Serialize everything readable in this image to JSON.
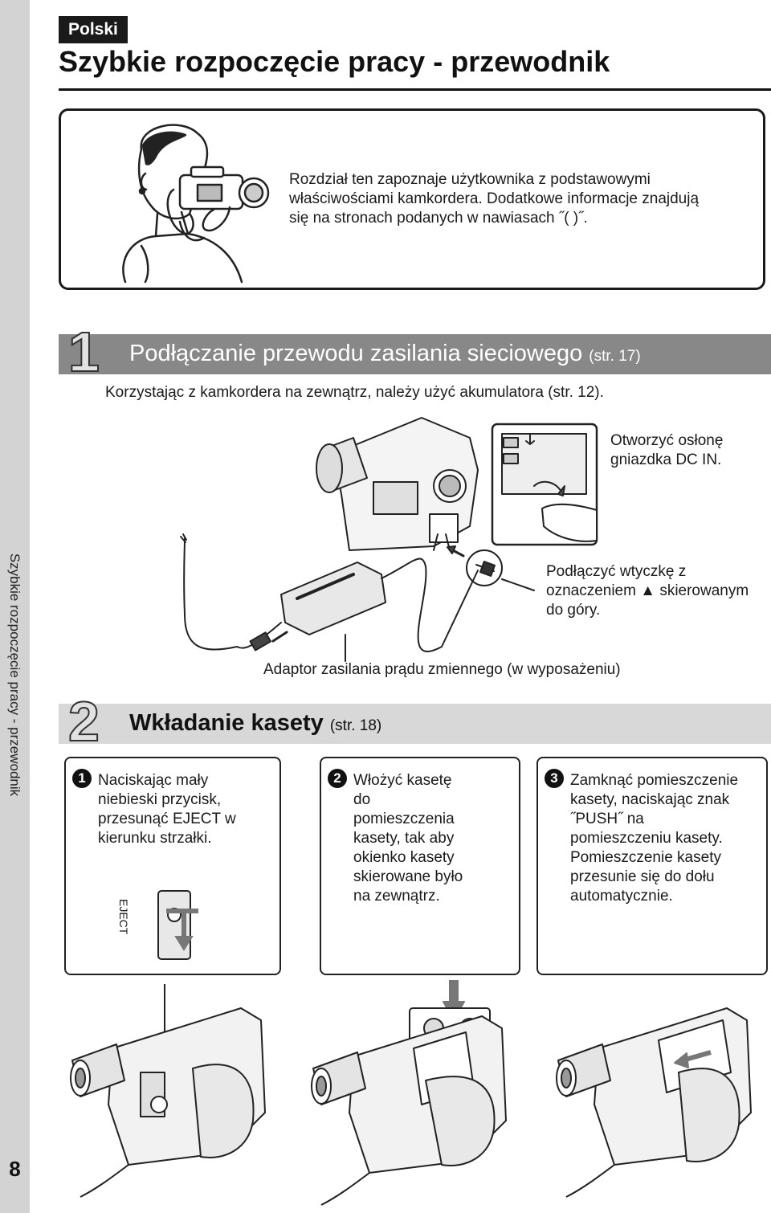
{
  "side": {
    "section_label": "Szybkie rozpoczęcie pracy - przewodnik",
    "page_number": "8"
  },
  "header": {
    "language": "Polski",
    "title": "Szybkie rozpoczęcie pracy - przewodnik"
  },
  "intro": {
    "lines": [
      "Rozdział  ten zapoznaje użytkownika z podstawowymi",
      "właściwościami kamkordera. Dodatkowe informacje znajdują",
      "się na stronach podanych w nawiasach ˝(  )˝."
    ]
  },
  "section1": {
    "number": "1",
    "title": "Podłączanie przewodu zasilania sieciowego",
    "ref": "(str. 17)",
    "subtitle": "Korzystając z kamkordera  na zewnątrz, należy użyć akumulatora (str. 12).",
    "callout_open": [
      "Otworzyć osłonę",
      "gniazdka DC IN."
    ],
    "callout_plug": [
      "Podłączyć wtyczkę z",
      "oznaczeniem ▲ skierowanym",
      "do góry."
    ],
    "adaptor_label": "Adaptor zasilania prądu zmiennego (w wyposażeniu)"
  },
  "section2": {
    "number": "2",
    "title": "Wkładanie kasety",
    "ref": "(str. 18)",
    "eject_label": "EJECT",
    "steps": [
      {
        "num": "1",
        "lines": [
          "Naciskając mały",
          "niebieski przycisk,",
          "przesunąć EJECT w",
          "kierunku strzałki."
        ]
      },
      {
        "num": "2",
        "lines": [
          "Włożyć kasetę",
          "do",
          "pomieszczenia",
          "kasety, tak aby",
          "okienko kasety",
          "skierowane było",
          "na zewnątrz."
        ]
      },
      {
        "num": "3",
        "lines": [
          "Zamknąć pomieszczenie",
          "kasety, naciskając znak",
          "˝PUSH˝ na",
          "pomieszczeniu kasety.",
          "Pomieszczenie kasety",
          "przesunie się do dołu",
          "automatycznie."
        ]
      }
    ]
  },
  "colors": {
    "section1_bar": "#888888",
    "section2_bar": "#d8d8d8",
    "text": "#1a1a1a"
  }
}
